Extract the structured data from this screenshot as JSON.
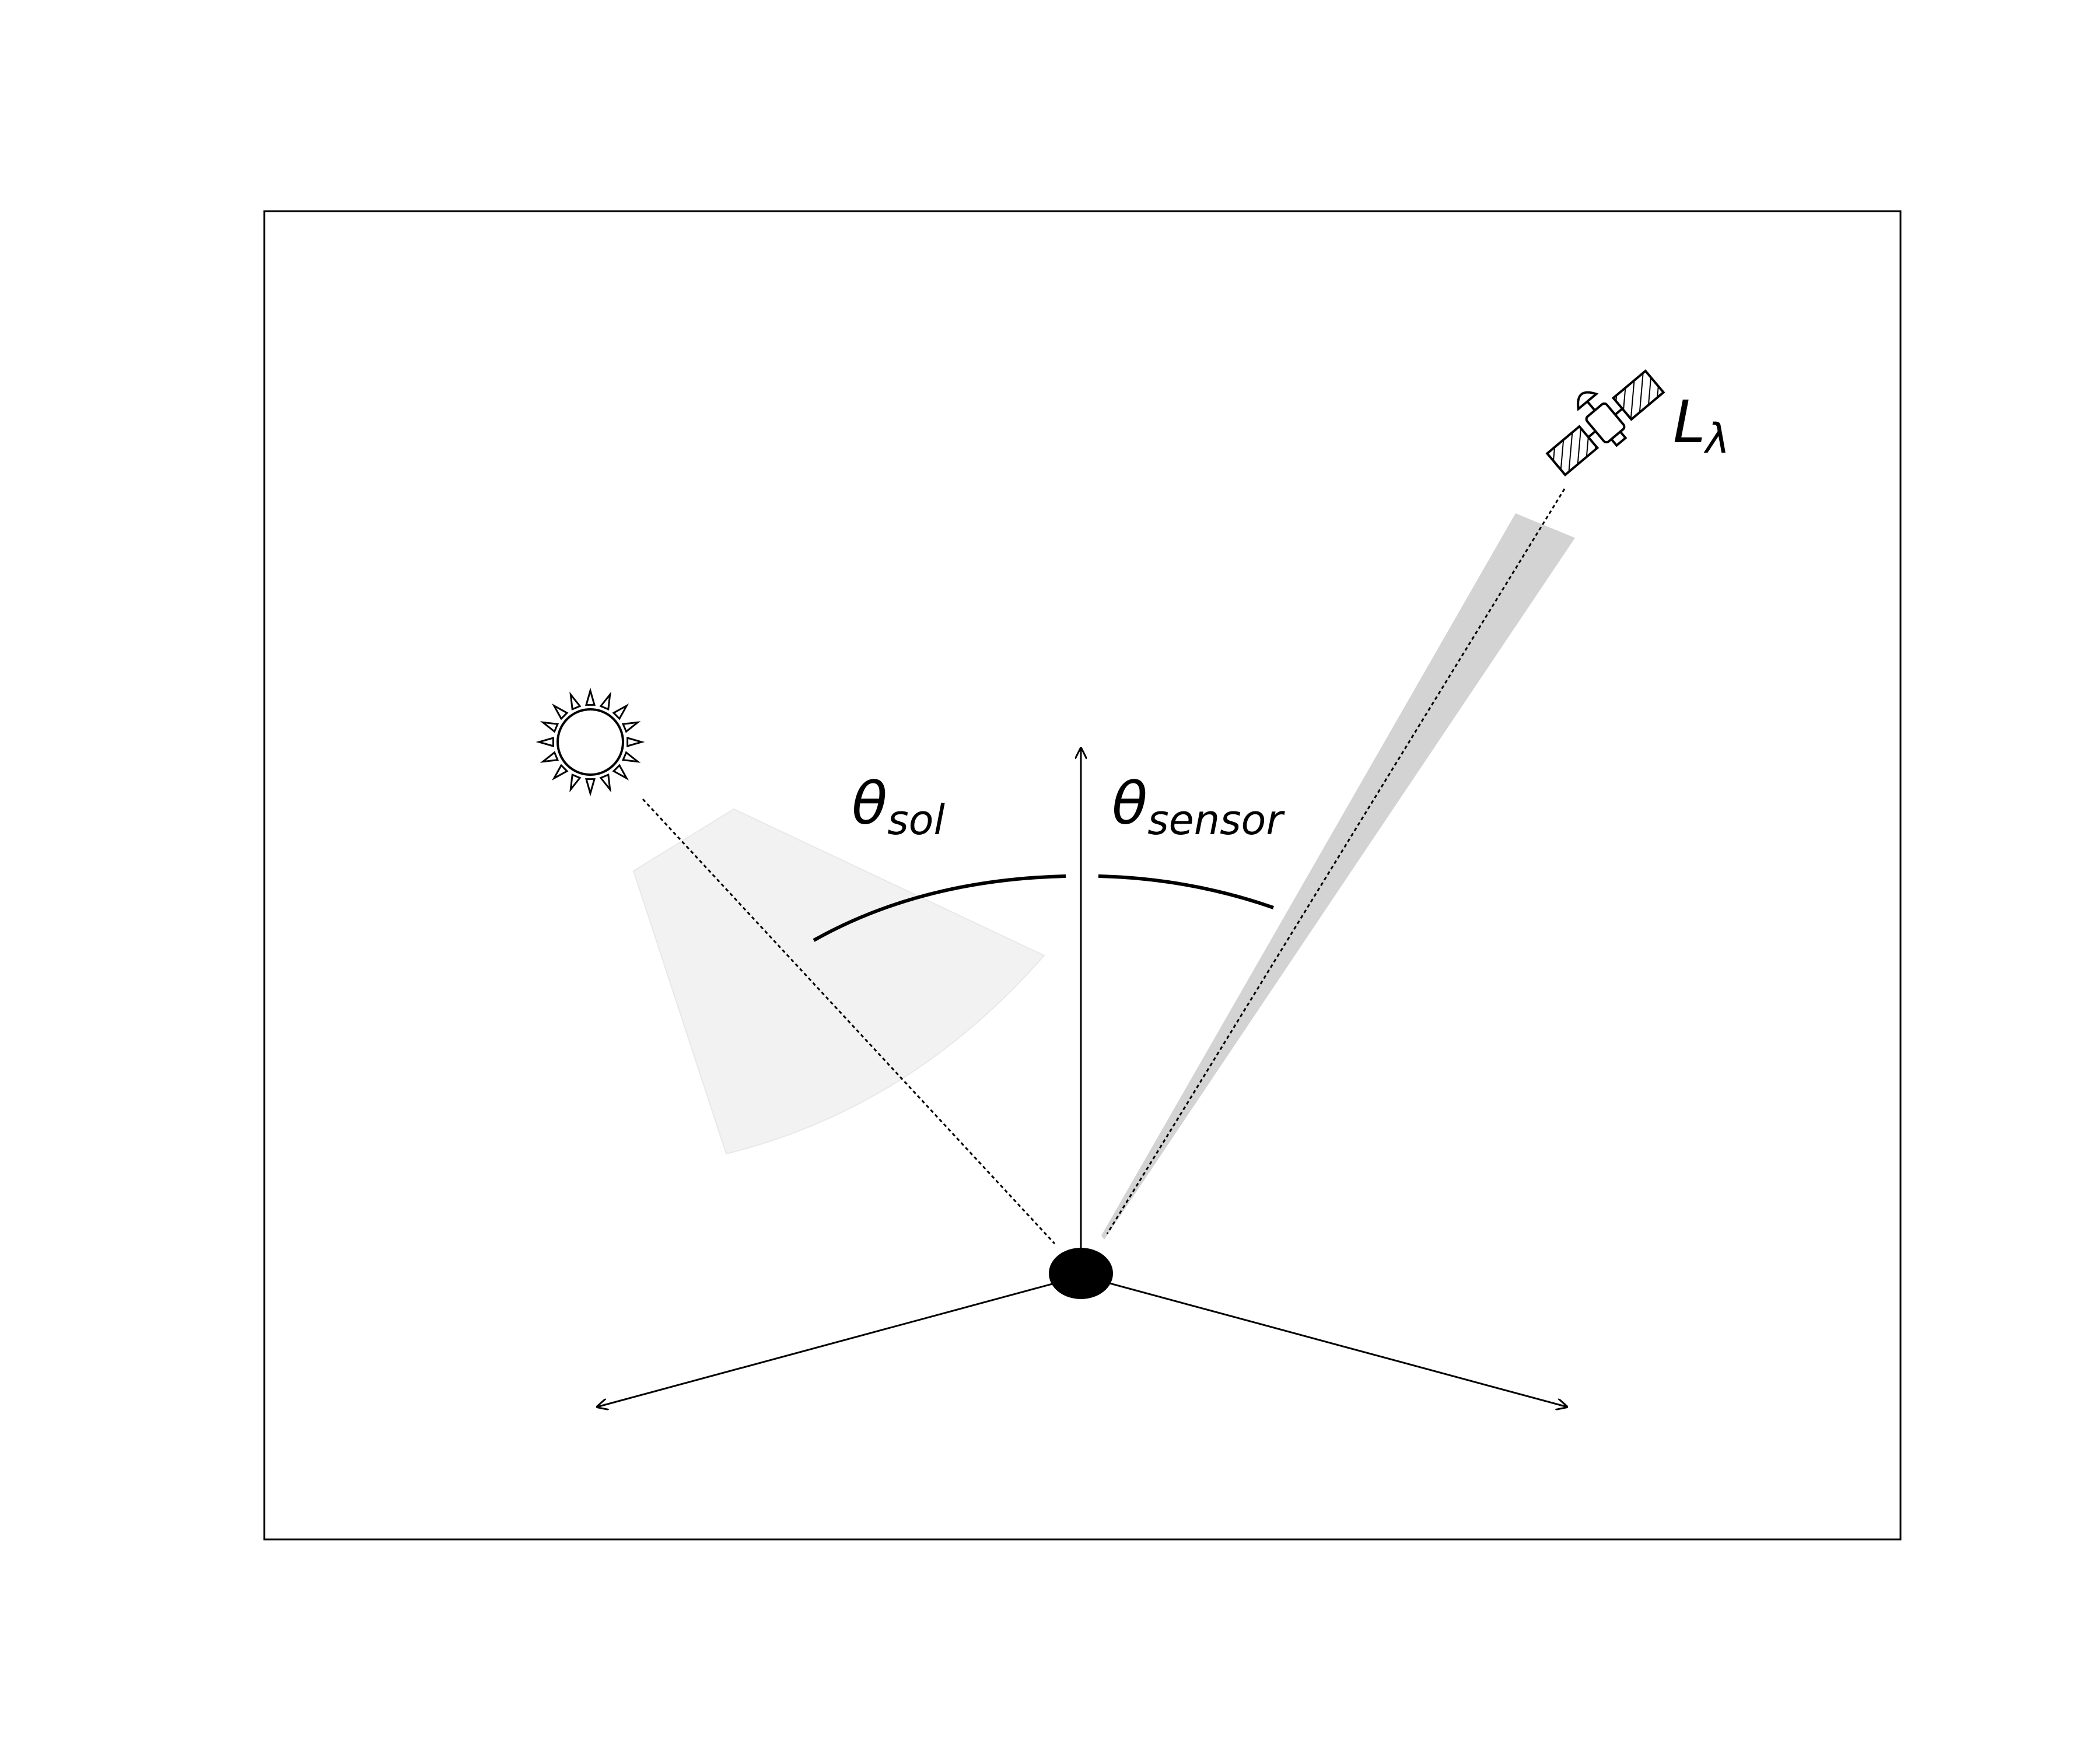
{
  "labels": {
    "sol": {
      "main": "θ",
      "sub": "sol"
    },
    "sensor": {
      "main": "θ",
      "sub": "sensor"
    },
    "radiance": {
      "main": "L",
      "sub": "λ"
    }
  },
  "colors": {
    "stroke": "#000000",
    "beam_sensor": "#d3d3d3",
    "beam_sun": "#f2f2f2",
    "background": "#ffffff"
  },
  "icons": [
    "sun-icon",
    "satellite-icon"
  ]
}
